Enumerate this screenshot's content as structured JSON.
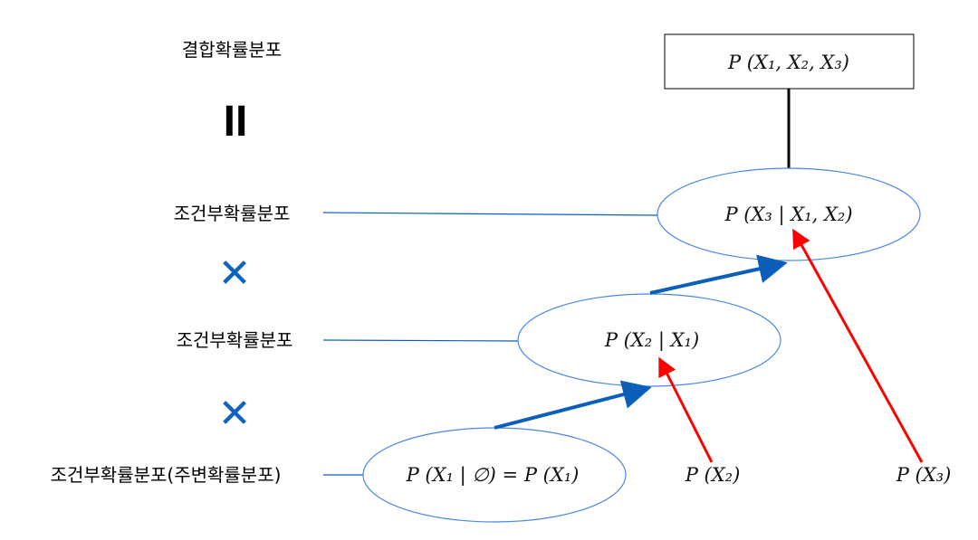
{
  "labels": {
    "joint": "결합확률분포",
    "equals": "II",
    "cond1": "조건부확률분포",
    "times1": "✕",
    "cond2": "조건부확률분포",
    "times2": "✕",
    "cond3": "조건부확률분포(주변확률분포)"
  },
  "formulas": {
    "joint": "P (X₁, X₂, X₃)",
    "x3_given": "P (X₃ | X₁, X₂)",
    "x2_given": "P (X₂ | X₁)",
    "x1_given": "P (X₁ | ∅) = P (X₁)",
    "px2": "P (X₂)",
    "px3": "P (X₃)"
  },
  "colors": {
    "ellipse": "#4a86e8",
    "blue_arrow": "#0b5fb8",
    "red_arrow": "#ff0000",
    "times": "#0c63c0"
  }
}
